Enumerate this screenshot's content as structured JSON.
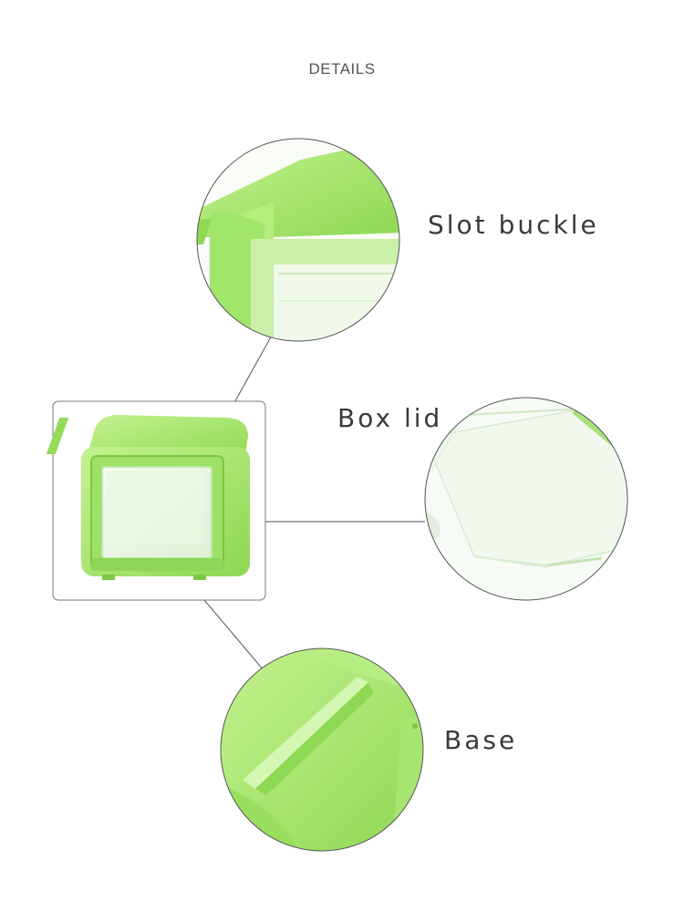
{
  "header": {
    "title": "DETAILS"
  },
  "callouts": {
    "slot_buckle": "Slot buckle",
    "box_lid": "Box lid",
    "base": "Base"
  },
  "colors": {
    "product_green": "#a6e86a",
    "product_green_dark": "#84cc4a",
    "outline": "#666666",
    "text": "#3a3a3a"
  }
}
